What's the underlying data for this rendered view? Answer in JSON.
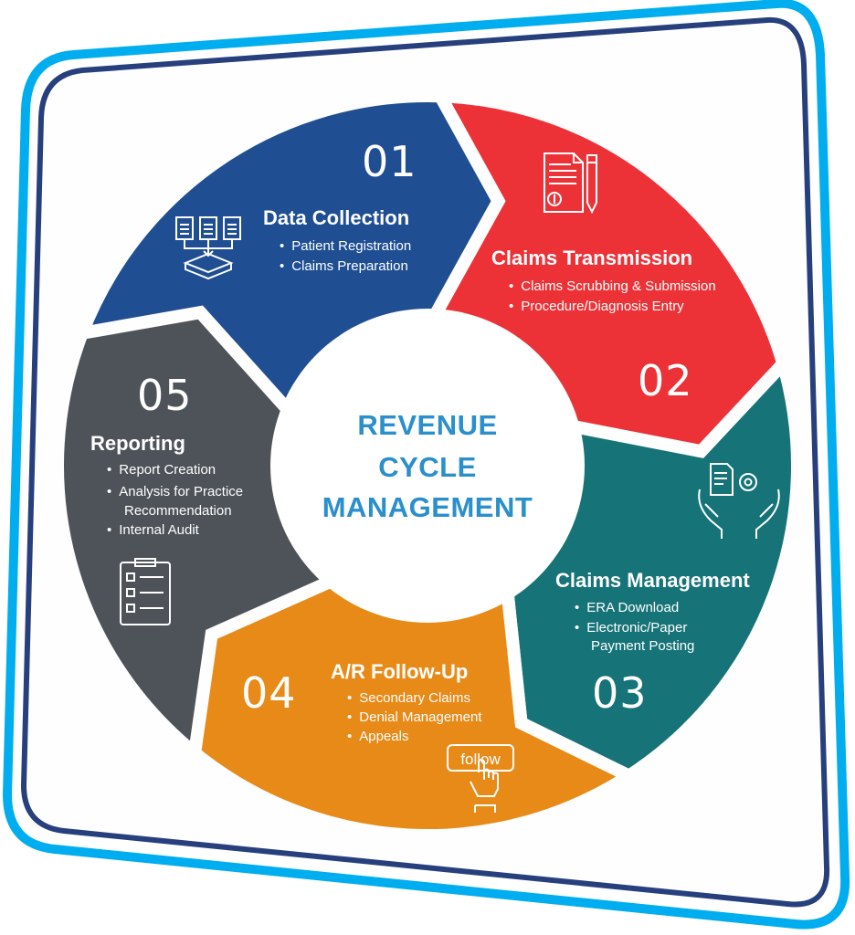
{
  "title": [
    "REVENUE",
    "CYCLE",
    "MANAGEMENT"
  ],
  "colors": {
    "frame_outer": "#00aeef",
    "frame_inner": "#27407d",
    "blue": "#1f4e92",
    "red": "#ec3237",
    "teal": "#167377",
    "orange": "#e88a18",
    "gray": "#4e5359",
    "center_text": "#2a8fcb"
  },
  "steps": [
    {
      "number": "01",
      "title": "Data Collection",
      "icon": "document-tray-icon",
      "bullets": [
        "Patient Registration",
        "Claims Preparation"
      ]
    },
    {
      "number": "02",
      "title": "Claims Transmission",
      "icon": "invoice-pencil-icon",
      "bullets": [
        "Claims Scrubbing & Submission",
        "Procedure/Diagnosis Entry"
      ]
    },
    {
      "number": "03",
      "title": "Claims Management",
      "icon": "hands-document-gear-icon",
      "bullets": [
        "ERA Download",
        "Electronic/Paper"
      ],
      "continuation": "Payment Posting"
    },
    {
      "number": "04",
      "title": "A/R Follow-Up",
      "icon": "follow-button-hand-icon",
      "icon_text": "follow",
      "bullets": [
        "Secondary Claims",
        "Denial Management",
        "Appeals"
      ]
    },
    {
      "number": "05",
      "title": "Reporting",
      "icon": "clipboard-checklist-icon",
      "bullets": [
        "Report Creation",
        "Analysis for Practice",
        "Internal Audit"
      ],
      "continuation": "Recommendation"
    }
  ]
}
